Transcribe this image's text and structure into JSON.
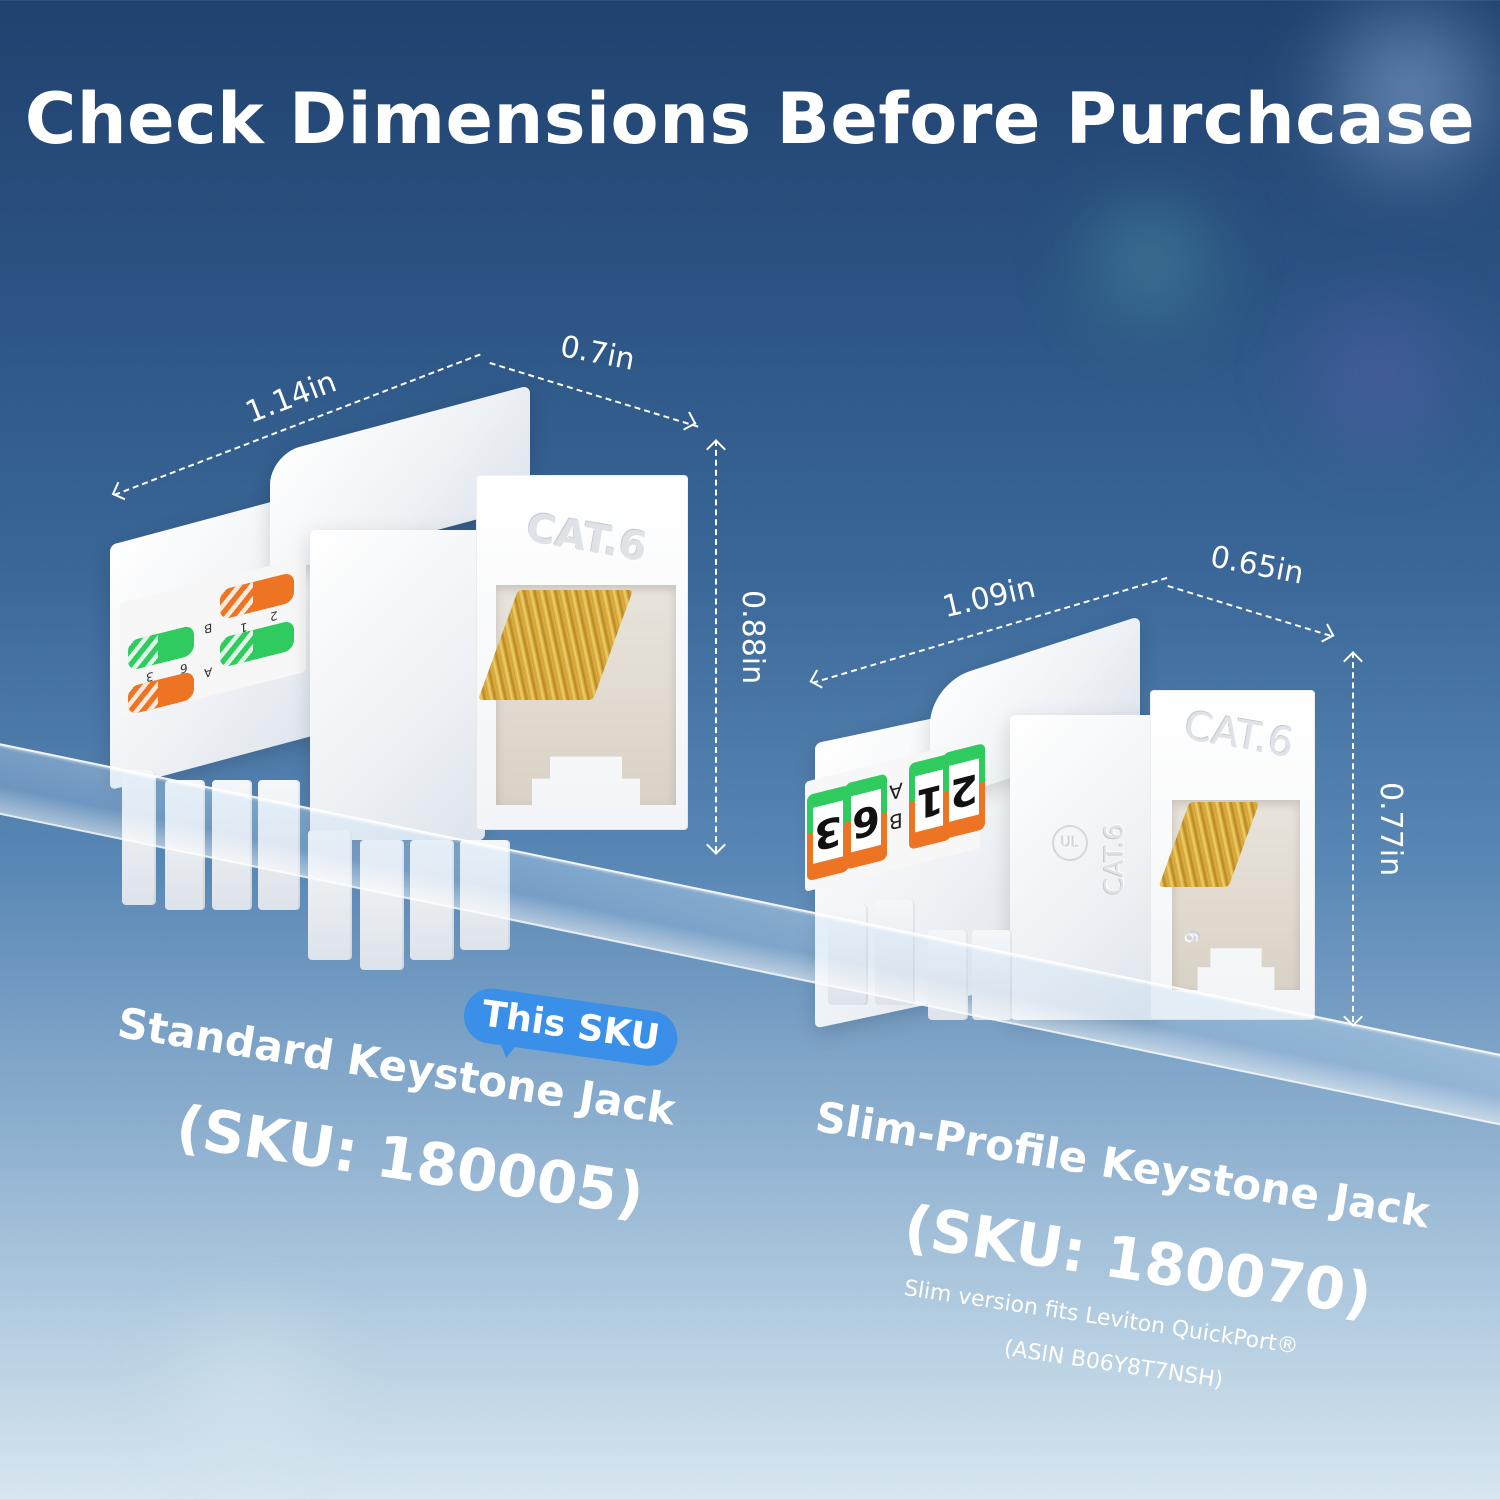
{
  "page": {
    "title": "Check Dimensions Before Purchcase"
  },
  "colors": {
    "background_top": "#21426f",
    "background_bottom": "#d8e6f0",
    "badge_blue": "#3a8fe8",
    "label_green": "#2fcb5e",
    "label_orange": "#ec7423",
    "text": "#ffffff"
  },
  "products": [
    {
      "name": "Standard Keystone Jack",
      "sku_line": "(SKU: 180005)",
      "badge": "This SKU",
      "embossed_text": "CAT.6",
      "dimensions": {
        "length": "1.14in",
        "width": "0.7in",
        "height": "0.88in"
      },
      "wiring_label": {
        "letters": [
          "B",
          "A"
        ],
        "numbers": [
          "2",
          "1",
          "6",
          "3"
        ]
      }
    },
    {
      "name": "Slim-Profile Keystone Jack",
      "sku_line": "(SKU: 180070)",
      "embossed_text_front": "CAT.6",
      "embossed_text_side": "CAT.6",
      "certification_mark": "UL",
      "port_marking": "6",
      "dimensions": {
        "length": "1.09in",
        "width": "0.65in",
        "height": "0.77in"
      },
      "wiring_label": {
        "digits": [
          "3",
          "6",
          "1",
          "2"
        ],
        "letters": [
          "B",
          "A"
        ]
      },
      "note_line_1": "Slim version fits Leviton QuickPort®",
      "note_line_2": "(ASIN B06Y8T7NSH)"
    }
  ]
}
